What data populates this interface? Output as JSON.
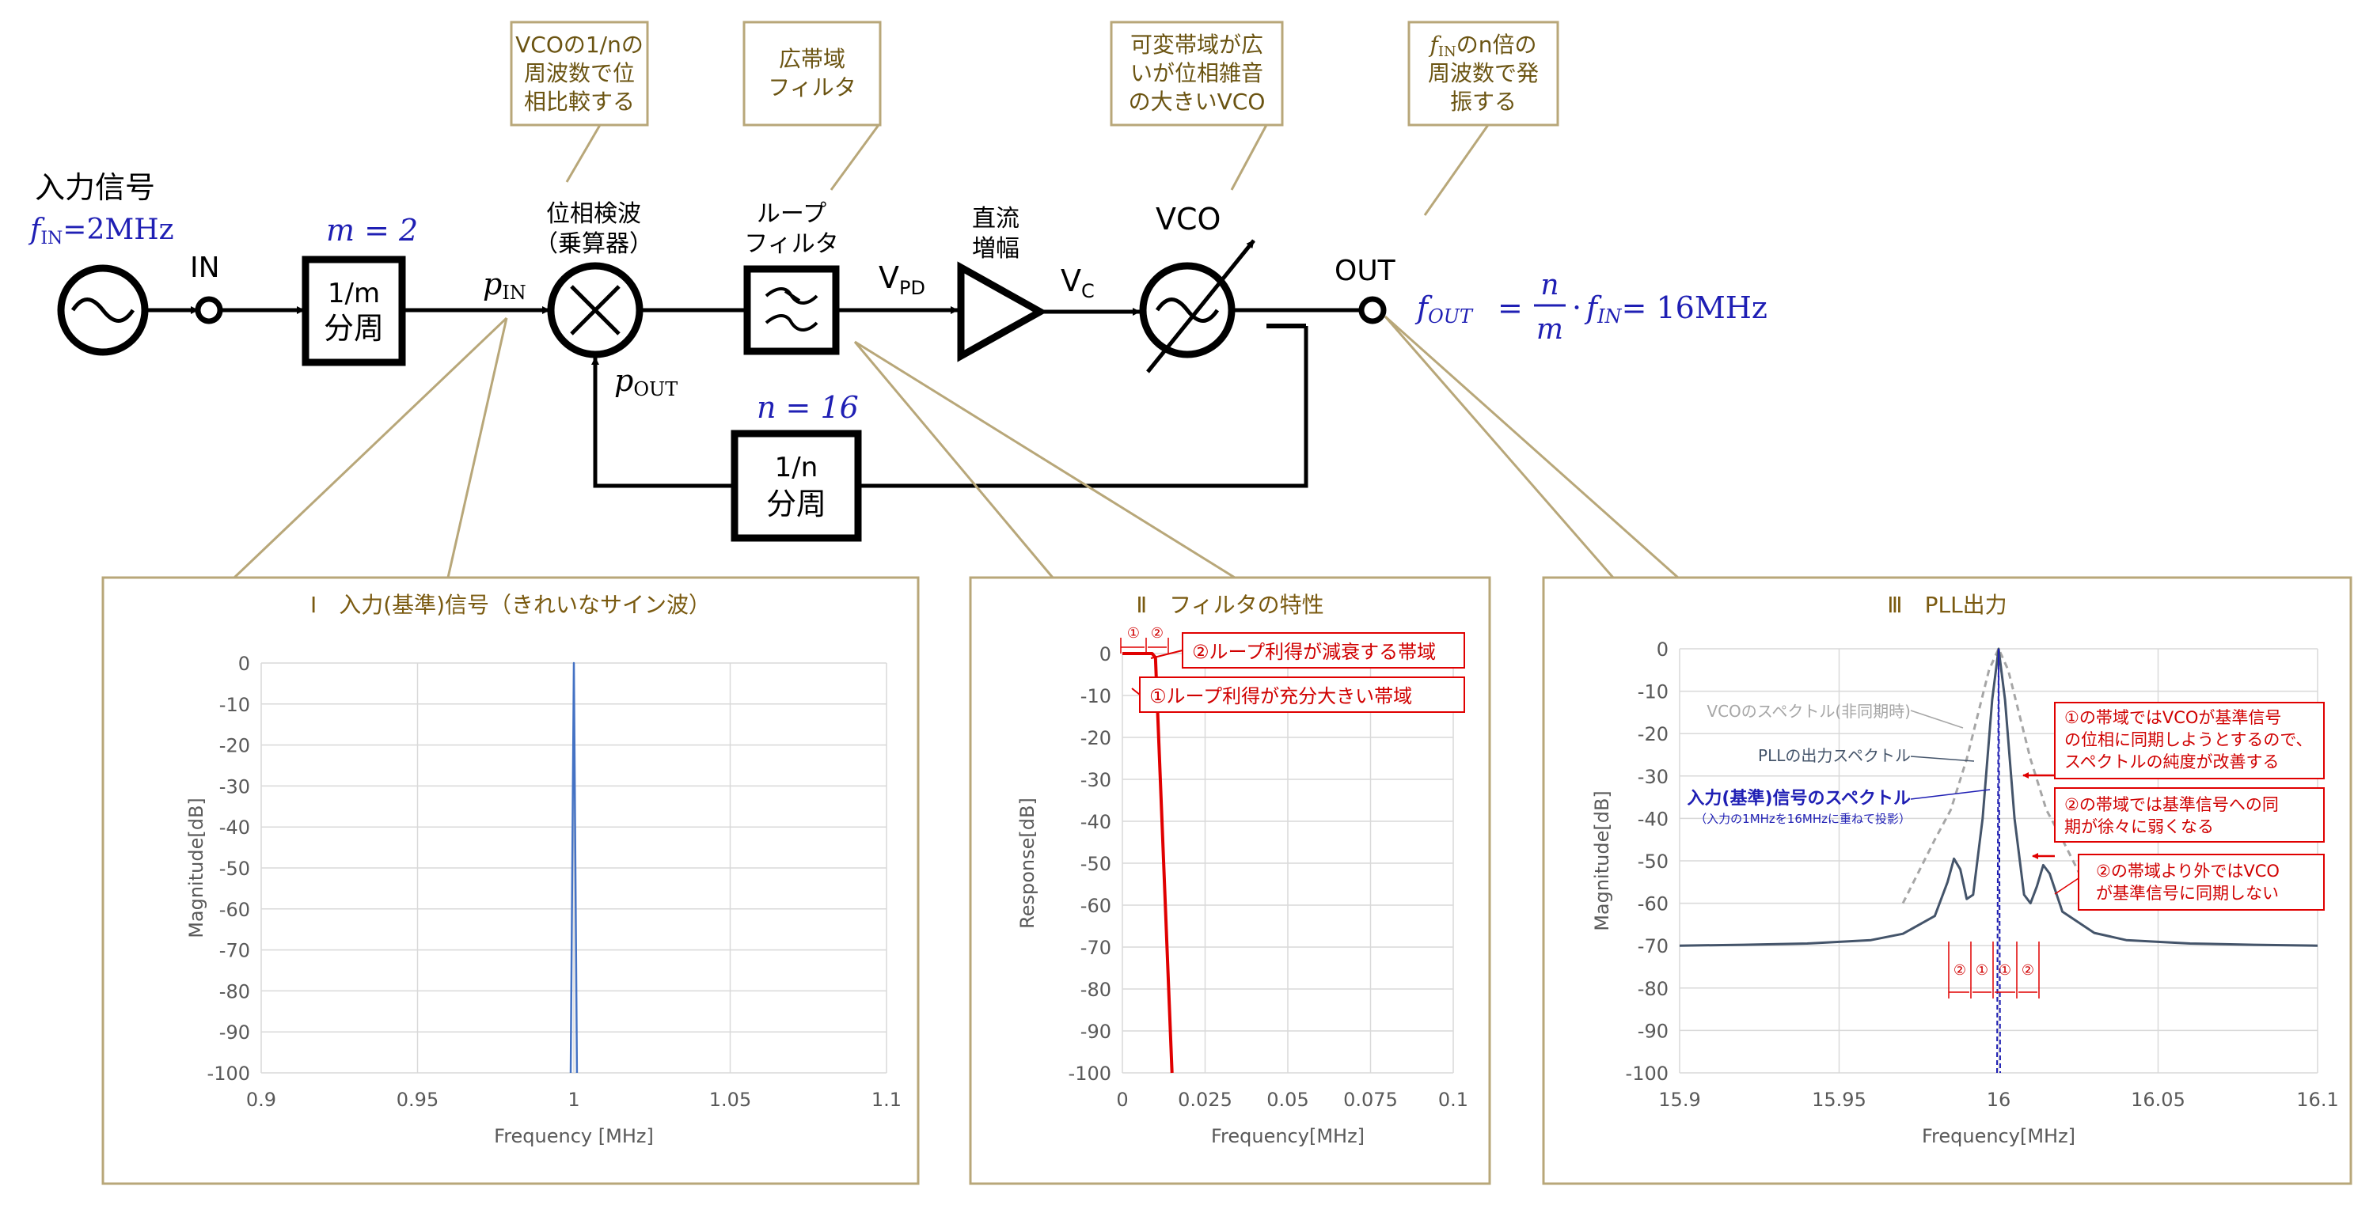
{
  "colors": {
    "block": "#000000",
    "blue_math": "#1f1fb4",
    "callout_border": "#b8a779",
    "callout_text": "#6b5412",
    "panel_border": "#b8a779",
    "panel_title": "#7a5a10",
    "axis_grid": "#d9d9d9",
    "tick_text": "#595959",
    "spectrum_blue": "#4472c4",
    "pll_blue": "#44546a",
    "vco_gray": "#a6a6a6",
    "red": "#e00000",
    "annot_red_text": "#d00000"
  },
  "diagram": {
    "input_signal_label": "入力信号",
    "fin_label": "f",
    "fin_sub": "IN",
    "fin_value": "=2MHz",
    "in_port": "IN",
    "m_label": "m = 2",
    "div_m_line1": "1/m",
    "div_m_line2": "分周",
    "pin_label": "p",
    "pin_sub": "IN",
    "pout_label": "p",
    "pout_sub": "OUT",
    "pd_line1": "位相検波",
    "pd_line2": "（乗算器）",
    "lf_line1": "ループ",
    "lf_line2": "フィルタ",
    "vpd_label": "V",
    "vpd_sub": "PD",
    "amp_line1": "直流",
    "amp_line2": "増幅",
    "vc_label": "V",
    "vc_sub": "C",
    "vco_label": "VCO",
    "out_port": "OUT",
    "n_label": "n = 16",
    "div_n_line1": "1/n",
    "div_n_line2": "分周",
    "fout_formula": {
      "lhs": "f",
      "lhs_sub": "OUT",
      "eq": "=",
      "num": "n",
      "den": "m",
      "dot": "·",
      "f": "f",
      "f_sub": "IN",
      "rhs": "= 16MHz"
    }
  },
  "callouts": [
    {
      "lines": [
        "VCOの1/nの",
        "周波数で位",
        "相比較する"
      ]
    },
    {
      "lines": [
        "広帯域",
        "フィルタ"
      ]
    },
    {
      "lines": [
        "可変帯域が広",
        "いが位相雑音",
        "の大きいVCO"
      ]
    },
    {
      "lines": [
        "のn倍の",
        "周波数で発",
        "振する"
      ],
      "prefix": "f",
      "prefix_sub": "IN"
    }
  ],
  "panels": [
    {
      "title": "Ⅰ　入力(基準)信号（きれいなサイン波）",
      "chart_data": {
        "type": "line",
        "xlabel": "Frequency [MHz]",
        "ylabel": "Magnitude[dB]",
        "xlim": [
          0.9,
          1.1
        ],
        "ylim": [
          -100,
          0
        ],
        "xticks": [
          "0.9",
          "0.95",
          "1",
          "1.05",
          "1.1"
        ],
        "yticks": [
          "0",
          "-10",
          "-20",
          "-30",
          "-40",
          "-50",
          "-60",
          "-70",
          "-80",
          "-90",
          "-100"
        ],
        "grid": true,
        "series": [
          {
            "x": [
              0.999,
              1.0,
              1.001
            ],
            "y": [
              -100,
              0,
              -100
            ]
          }
        ]
      }
    },
    {
      "title": "Ⅱ　フィルタの特性",
      "chart_data": {
        "type": "line",
        "xlabel": "Frequency[MHz]",
        "ylabel": "Response[dB]",
        "xlim": [
          0,
          0.1
        ],
        "ylim": [
          -100,
          0
        ],
        "xticks": [
          "0",
          "0.025",
          "0.05",
          "0.075",
          "0.1"
        ],
        "yticks": [
          "0",
          "-10",
          "-20",
          "-30",
          "-40",
          "-50",
          "-60",
          "-70",
          "-80",
          "-90",
          "-100"
        ],
        "grid": true,
        "series": [
          {
            "x": [
              0,
              0.009,
              0.01,
              0.015
            ],
            "y": [
              0,
              0,
              -1,
              -100
            ]
          }
        ],
        "band_labels": [
          "①",
          "②"
        ],
        "annotations": [
          "②ループ利得が減衰する帯域",
          "①ループ利得が充分大きい帯域"
        ]
      }
    },
    {
      "title": "Ⅲ　PLL出力",
      "chart_data": {
        "type": "line",
        "xlabel": "Frequency[MHz]",
        "ylabel": "Magnitude[dB]",
        "xlim": [
          15.9,
          16.1
        ],
        "ylim": [
          -100,
          0
        ],
        "xticks": [
          "15.9",
          "15.95",
          "16",
          "16.05",
          "16.1"
        ],
        "yticks": [
          "0",
          "-10",
          "-20",
          "-30",
          "-40",
          "-50",
          "-60",
          "-70",
          "-80",
          "-90",
          "-100"
        ],
        "grid": true,
        "series": [
          {
            "name": "PLLの出力スペクトル",
            "x": [
              15.9,
              15.92,
              15.94,
              15.96,
              15.97,
              15.98,
              15.984,
              15.986,
              15.988,
              15.99,
              15.992,
              15.995,
              15.998,
              16.0,
              16.002,
              16.005,
              16.008,
              16.01,
              16.012,
              16.014,
              16.016,
              16.02,
              16.03,
              16.04,
              16.06,
              16.08,
              16.1
            ],
            "y": [
              -70,
              -69.8,
              -69.5,
              -68.7,
              -67.2,
              -63,
              -55,
              -49.5,
              -52,
              -59,
              -58,
              -40,
              -12,
              0,
              -12,
              -40,
              -58,
              -60,
              -56,
              -51,
              -53,
              -62,
              -67,
              -68.7,
              -69.5,
              -69.8,
              -70
            ]
          },
          {
            "name": "VCOのスペクトル(非同期時)",
            "x": [
              15.97,
              15.98,
              15.985,
              15.99,
              15.994,
              15.997,
              16.0,
              16.003,
              16.006,
              16.01,
              16.015,
              16.02,
              16.03
            ],
            "y": [
              -60,
              -45,
              -38,
              -26,
              -14,
              -5,
              0,
              -5,
              -14,
              -26,
              -38,
              -45,
              -60
            ]
          },
          {
            "name": "入力(基準)信号のスペクトル",
            "x": [
              15.9995,
              16.0,
              16.0005
            ],
            "y": [
              -100,
              0,
              -100
            ]
          }
        ],
        "legend_extra": "（入力の1MHzを16MHzに重ねて投影）",
        "band_labels": [
          "②",
          "①",
          "①",
          "②"
        ],
        "annotations": [
          "①の帯域ではVCOが基準信号の位相に同期しようとするので、スペクトルの純度が改善する",
          "②の帯域では基準信号への同期が徐々に弱くなる",
          "②の帯域より外ではVCOが基準信号に同期しない"
        ]
      }
    }
  ]
}
